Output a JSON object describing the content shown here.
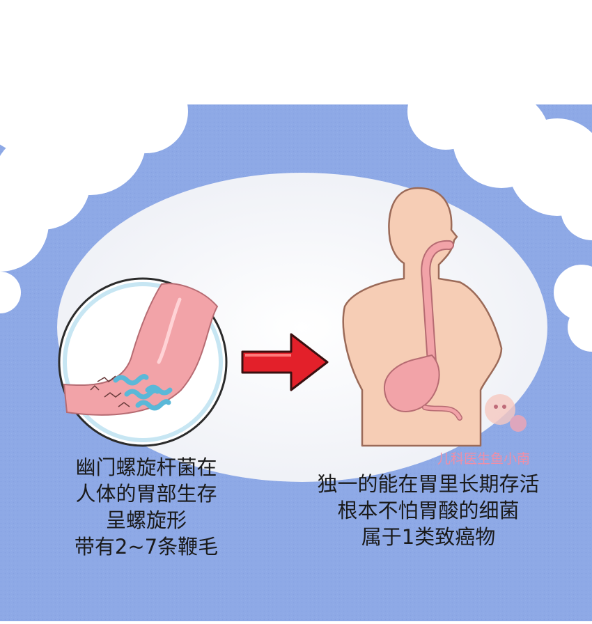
{
  "captions": {
    "left": [
      "幽门螺旋杆菌在",
      "人体的胃部生存",
      "呈螺旋形",
      "带有2~7条鞭毛"
    ],
    "right": [
      "独一的能在胃里长期存活",
      "根本不怕胃酸的细菌",
      "属于1类致癌物"
    ]
  },
  "watermark": "儿科医生鱼小南",
  "colors": {
    "sky": "#8ea9e6",
    "cloud": "#ffffff",
    "oval": "#f7f7fa",
    "skin": "#f6cdb5",
    "skin_outline": "#9b6a58",
    "stomach": "#f2a3a8",
    "arrow": "#e3202a",
    "bacteria": "#5ab8d8",
    "watermark": "#f08ea6"
  },
  "icons": [
    "stomach-closeup-icon",
    "arrow-right-icon",
    "human-torso-icon",
    "cartoon-logo-icon"
  ]
}
